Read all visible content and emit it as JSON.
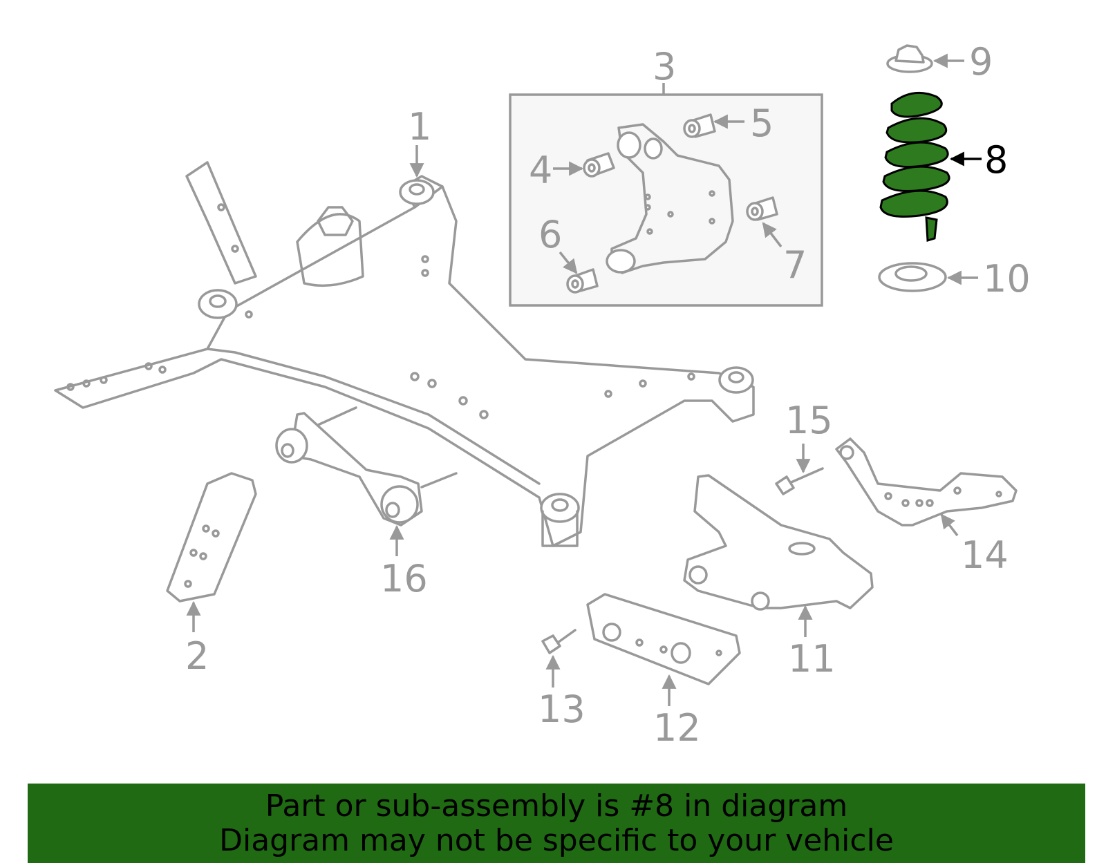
{
  "diagram": {
    "highlight_color": "#1f6a12",
    "part_color": "#999999",
    "callouts": {
      "c1": "1",
      "c2": "2",
      "c3": "3",
      "c4": "4",
      "c5": "5",
      "c6": "6",
      "c7": "7",
      "c8": "8",
      "c9": "9",
      "c10": "10",
      "c11": "11",
      "c12": "12",
      "c13": "13",
      "c14": "14",
      "c15": "15",
      "c16": "16"
    }
  },
  "banner": {
    "line1": "Part or sub-assembly is #8 in diagram",
    "line2": "Diagram may not be specific to your vehicle"
  }
}
